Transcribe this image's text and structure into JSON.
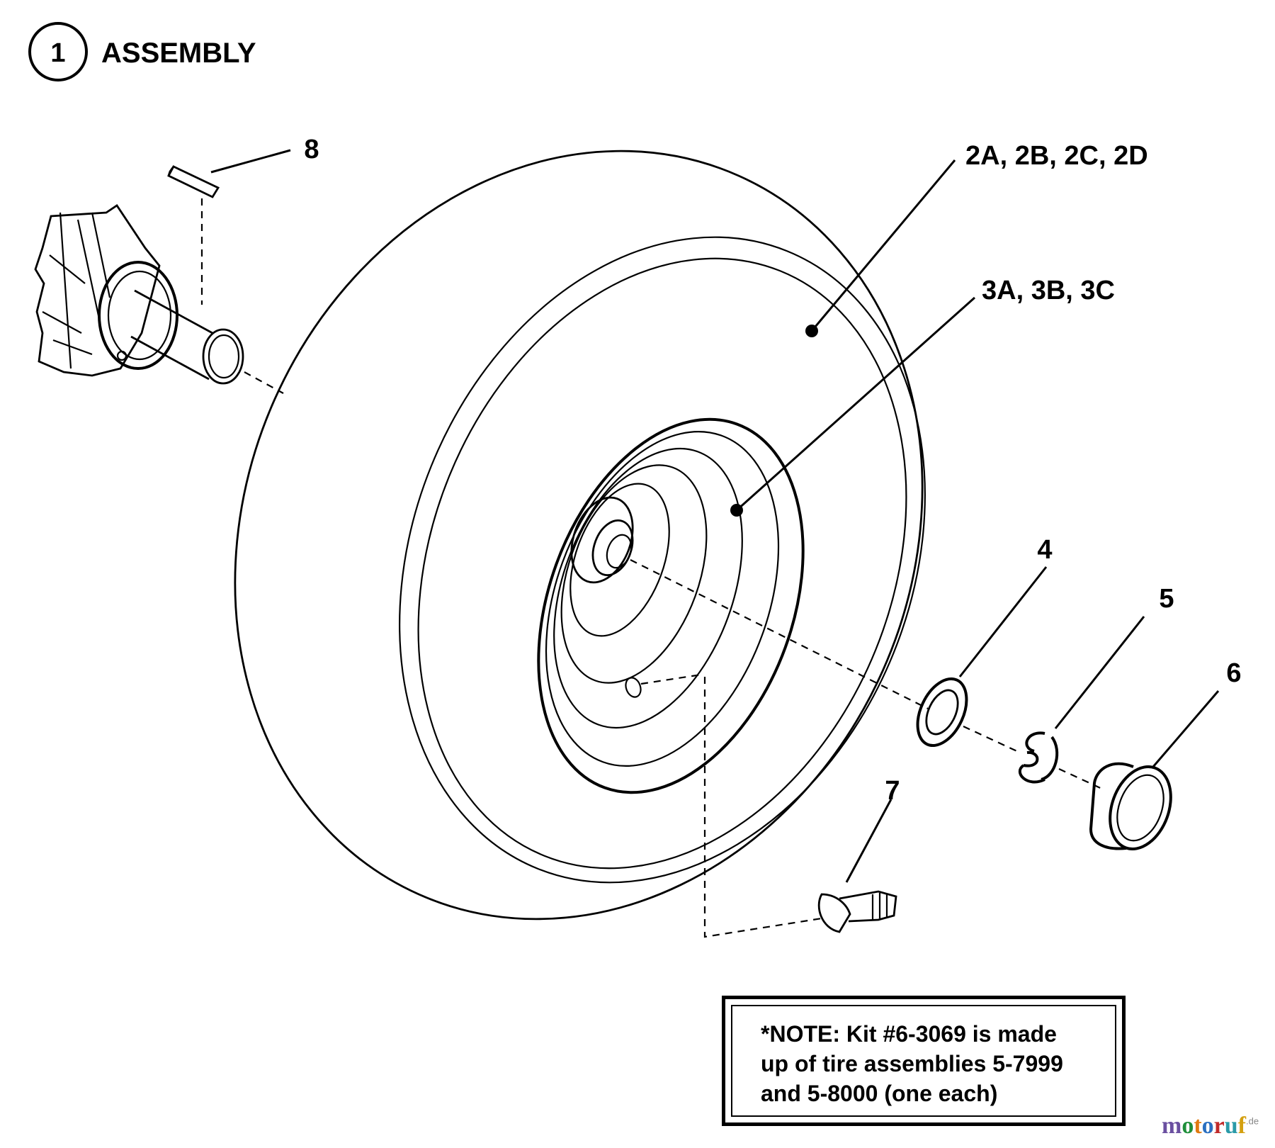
{
  "header": {
    "circle_number": "1",
    "title": "ASSEMBLY"
  },
  "callouts": {
    "c8": "8",
    "c2": "2A, 2B, 2C, 2D",
    "c3": "3A, 3B, 3C",
    "c4": "4",
    "c5": "5",
    "c6": "6",
    "c7": "7"
  },
  "note": {
    "line1": "*NOTE: Kit #6-3069 is made",
    "line2": "up of tire assemblies 5-7999",
    "line3": "and 5-8000 (one each)"
  },
  "watermark": {
    "text": "motoruf",
    "suffix": ".de",
    "letter_colors": [
      "#6a4fa0",
      "#1f8f3a",
      "#e07a10",
      "#2a6fc0",
      "#c02a2a",
      "#2a9aa8",
      "#d4a010"
    ]
  }
}
